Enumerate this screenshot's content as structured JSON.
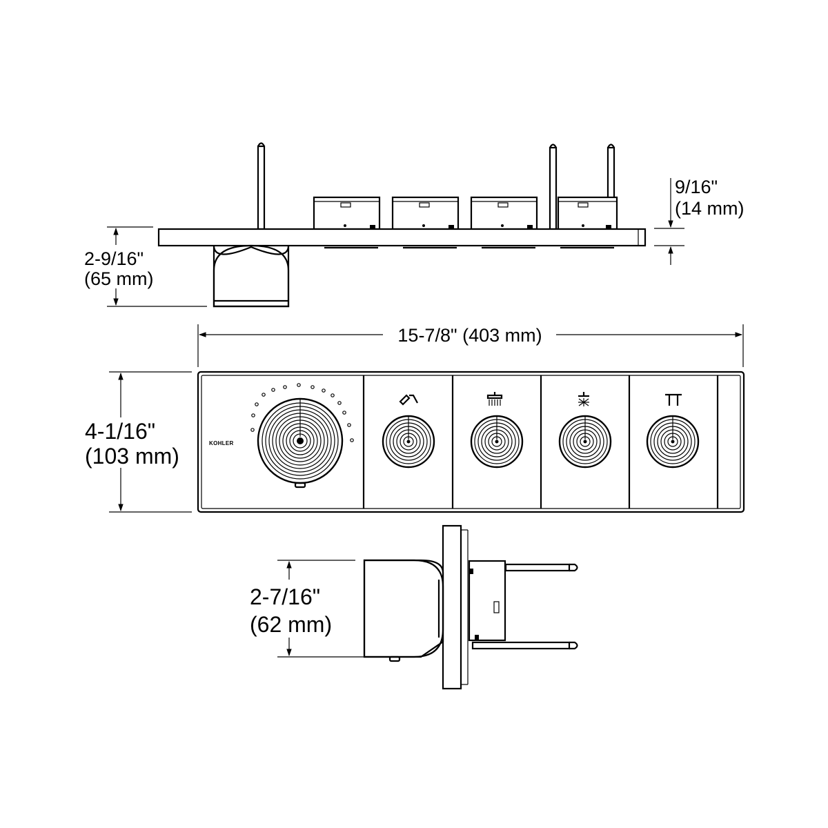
{
  "brand": "KOHLER",
  "dimensions": {
    "width": {
      "imperial": "15-7/8\"",
      "metric": "(403 mm)"
    },
    "height": {
      "imperial": "4-1/16\"",
      "metric": "(103 mm)"
    },
    "depth_total": {
      "imperial": "2-9/16\"",
      "metric": "(65 mm)"
    },
    "plate_thickness": {
      "imperial": "9/16\"",
      "metric": "(14 mm)"
    },
    "knob_depth": {
      "imperial": "2-7/16\"",
      "metric": "(62 mm)"
    }
  },
  "function_icons": [
    "handshower-icon",
    "rain-showerhead-icon",
    "body-spray-icon",
    "tub-spout-icon"
  ]
}
